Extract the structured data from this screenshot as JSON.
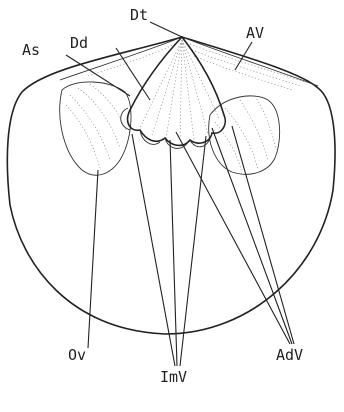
{
  "labels": {
    "dt": "Dt",
    "as": "As",
    "dd": "Dd",
    "av": "AV",
    "ov": "Ov",
    "imv": "ImV",
    "adv": "AdV"
  }
}
